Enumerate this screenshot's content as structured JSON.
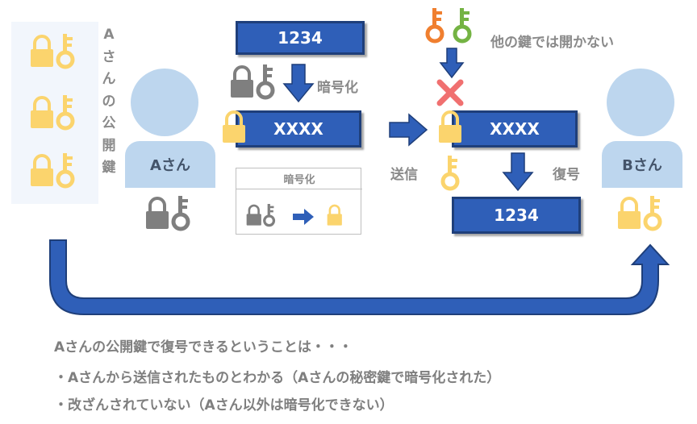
{
  "panel_label": "Aさんの公開鍵",
  "person_a": "Aさん",
  "person_b": "Bさん",
  "plain_top": "1234",
  "encrypted": "XXXX",
  "encrypted_b": "XXXX",
  "plain_bottom": "1234",
  "label_encrypt": "暗号化",
  "label_send": "送信",
  "label_decrypt": "復号",
  "label_other_keys": "他の鍵では開かない",
  "legend_title": "暗号化",
  "captions": [
    "Aさんの公開鍵で復号できるということは・・・",
    "・Aさんから送信されたものとわかる（Aさんの秘密鍵で暗号化された）",
    "・改ざんされていない（Aさん以外は暗号化できない）"
  ],
  "colors": {
    "yellow": "#fbd46d",
    "gray": "#7f7f7f",
    "blue": "#2f5fb8",
    "person": "#bdd6ee",
    "orange": "#f07f2f",
    "green": "#74b343",
    "red": "#f07070"
  },
  "icons": [
    "padlock-icon",
    "key-icon",
    "arrow-icon",
    "cross-icon"
  ]
}
